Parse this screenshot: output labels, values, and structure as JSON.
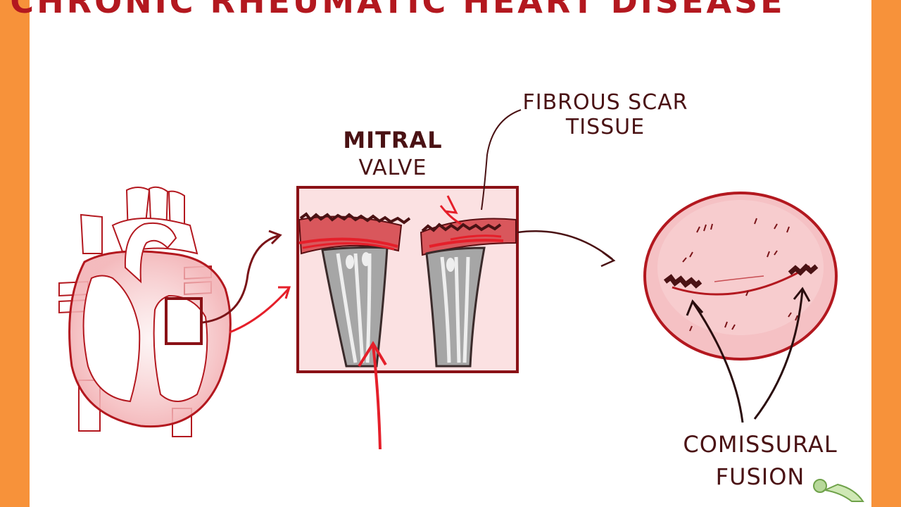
{
  "title": "CHRONIC RHEUMATIC HEART DISEASE",
  "labels": {
    "mitral_line1": "MITRAL",
    "mitral_line2": "VALVE",
    "fibrous_line1": "FIBROUS SCAR",
    "fibrous_line2": "TISSUE",
    "commissural_line1": "COMISSURAL",
    "commissural_line2": "FUSION"
  },
  "colors": {
    "frame": "#f7923a",
    "ink_red": "#b3181f",
    "ink_dark": "#4a1214",
    "annotation_red": "#e51f2a",
    "tissue_pink": "#f6c9cb",
    "chordae_gray": "#9a9a9a"
  },
  "icons": {
    "corner_logo": "mascot-icon"
  }
}
